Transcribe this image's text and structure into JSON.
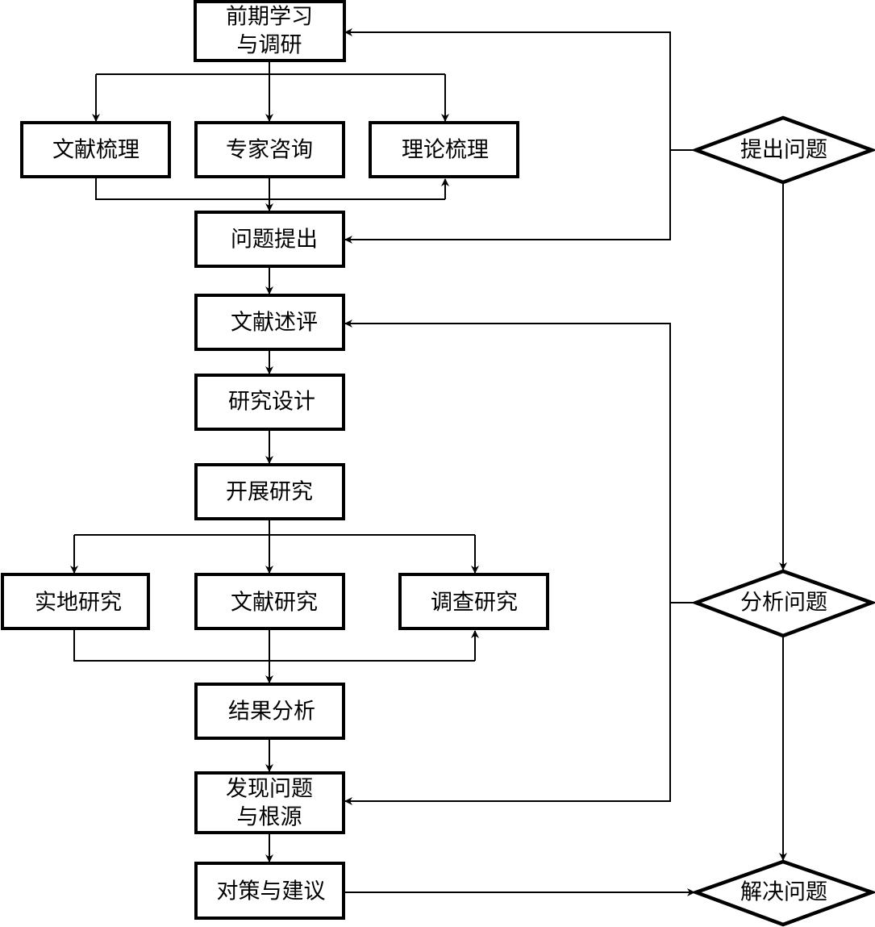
{
  "diagram": {
    "type": "flowchart",
    "colors": {
      "stroke": "#000000",
      "background": "#ffffff"
    },
    "process_nodes": {
      "preliminary_study": [
        "前期学习",
        "与调研"
      ],
      "literature_review_sort": "文献梳理",
      "expert_consultation": "专家咨询",
      "theory_review_sort": "理论梳理",
      "problem_raising": "问题提出",
      "literature_review": "文献述评",
      "research_design": "研究设计",
      "conduct_research": "开展研究",
      "field_research": "实地研究",
      "literature_research": "文献研究",
      "survey_research": "调查研究",
      "result_analysis": "结果分析",
      "find_problem_root": [
        "发现问题",
        "与根源"
      ],
      "countermeasures": "对策与建议"
    },
    "decision_nodes": {
      "raise_problem": "提出问题",
      "analyze_problem": "分析问题",
      "solve_problem": "解决问题"
    }
  }
}
